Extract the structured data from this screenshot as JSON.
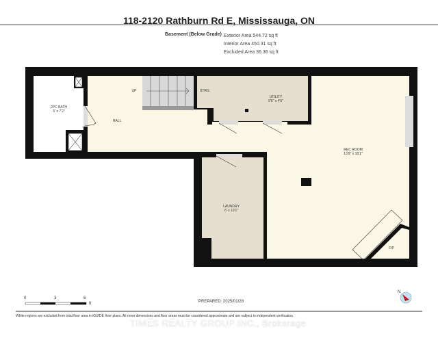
{
  "title": "118-2120 Rathburn Rd E, Mississauga, ON",
  "level": "Basement (Below Grade)",
  "areas": {
    "exterior": "Exterior Area 544.72 sq ft",
    "interior": "Interior Area 450.31 sq ft",
    "excluded": "Excluded Area 36.36 sq ft"
  },
  "rooms": {
    "bath": {
      "name": "2PC BATH",
      "dims": "5' x 7'2\""
    },
    "hall": {
      "name": "HALL"
    },
    "up": "UP",
    "strg": "STRG",
    "utility": {
      "name": "UTILITY",
      "dims": "9'5\" x 4'5\""
    },
    "rec": {
      "name": "REC ROOM",
      "dims": "13'9\" x 18'1\""
    },
    "laundry": {
      "name": "LAUNDRY",
      "dims": "6' x 10'1\""
    },
    "fp": "F/P"
  },
  "scale": {
    "ticks": [
      "0",
      "3",
      "6"
    ],
    "unit": "ft"
  },
  "prepared": "PREPARED: 2025/01/28",
  "compass_label": "N",
  "disclaimer": "White regions are excluded from total floor area in iGUIDE floor plans. All room dimensions and floor areas must be considered approximate and are subject to independent verification.",
  "watermark": "TIMES REALTY GROUP INC., Brokerage",
  "colors": {
    "wall": "#111111",
    "floor": "#fbf7e6",
    "tan": "#e6dfcf",
    "stairs": "#d8d8d8"
  }
}
